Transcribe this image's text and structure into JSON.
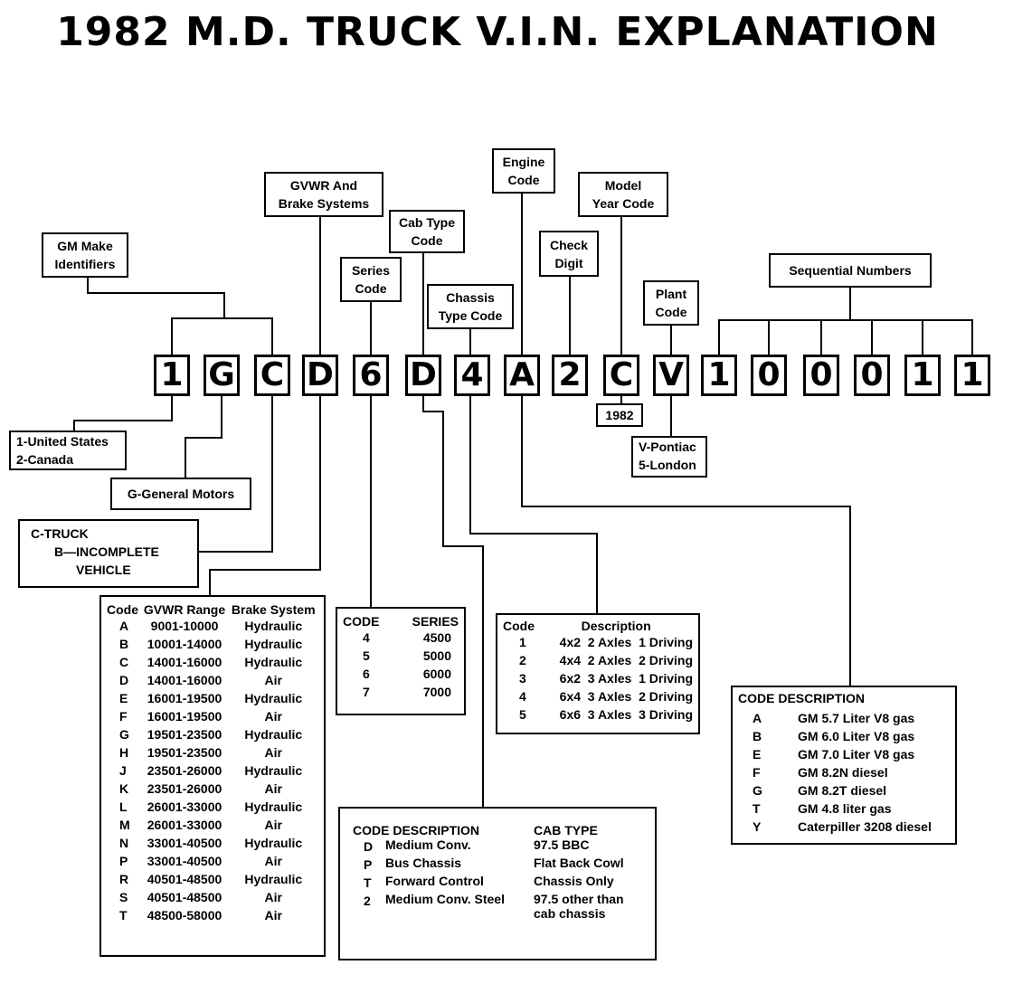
{
  "title": "1982 M.D. TRUCK V.I.N. EXPLANATION",
  "vin": [
    "1",
    "G",
    "C",
    "D",
    "6",
    "D",
    "4",
    "A",
    "2",
    "C",
    "V",
    "1",
    "0",
    "0",
    "0",
    "1"
  ],
  "labels": {
    "gm_make": [
      "GM Make",
      "Identifiers"
    ],
    "gvwr_brake": [
      "GVWR And",
      "Brake Systems"
    ],
    "cab_type": [
      "Cab Type",
      "Code"
    ],
    "series": [
      "Series",
      "Code"
    ],
    "chassis_type": [
      "Chassis",
      "Type Code"
    ],
    "engine": [
      "Engine",
      "Code"
    ],
    "check_digit": [
      "Check",
      "Digit"
    ],
    "model_year": [
      "Model",
      "Year Code"
    ],
    "plant": [
      "Plant",
      "Code"
    ],
    "sequential": [
      "Sequential Numbers"
    ]
  },
  "decodes": {
    "country": [
      "1-United States",
      "2-Canada"
    ],
    "make": "G-General Motors",
    "truck": [
      "C-TRUCK",
      "B—INCOMPLETE",
      "VEHICLE"
    ],
    "year": "1982",
    "plant": [
      "V-Pontiac",
      "5-London"
    ]
  },
  "gvwr_table": {
    "headers": [
      "Code",
      "GVWR Range",
      "Brake System"
    ],
    "rows": [
      [
        "A",
        "9001-10000",
        "Hydraulic"
      ],
      [
        "B",
        "10001-14000",
        "Hydraulic"
      ],
      [
        "C",
        "14001-16000",
        "Hydraulic"
      ],
      [
        "D",
        "14001-16000",
        "Air"
      ],
      [
        "E",
        "16001-19500",
        "Hydraulic"
      ],
      [
        "F",
        "16001-19500",
        "Air"
      ],
      [
        "G",
        "19501-23500",
        "Hydraulic"
      ],
      [
        "H",
        "19501-23500",
        "Air"
      ],
      [
        "J",
        "23501-26000",
        "Hydraulic"
      ],
      [
        "K",
        "23501-26000",
        "Air"
      ],
      [
        "L",
        "26001-33000",
        "Hydraulic"
      ],
      [
        "M",
        "26001-33000",
        "Air"
      ],
      [
        "N",
        "33001-40500",
        "Hydraulic"
      ],
      [
        "P",
        "33001-40500",
        "Air"
      ],
      [
        "R",
        "40501-48500",
        "Hydraulic"
      ],
      [
        "S",
        "40501-48500",
        "Air"
      ],
      [
        "T",
        "48500-58000",
        "Air"
      ]
    ]
  },
  "series_table": {
    "headers": [
      "CODE",
      "SERIES"
    ],
    "rows": [
      [
        "4",
        "4500"
      ],
      [
        "5",
        "5000"
      ],
      [
        "6",
        "6000"
      ],
      [
        "7",
        "7000"
      ]
    ]
  },
  "chassis_table": {
    "headers": [
      "Code",
      "Description"
    ],
    "rows": [
      [
        "1",
        "4x2  2 Axles  1 Driving"
      ],
      [
        "2",
        "4x4  2 Axles  2 Driving"
      ],
      [
        "3",
        "6x2  3 Axles  1 Driving"
      ],
      [
        "4",
        "6x4  3 Axles  2 Driving"
      ],
      [
        "5",
        "6x6  3 Axles  3 Driving"
      ]
    ]
  },
  "engine_table": {
    "header": "CODE DESCRIPTION",
    "rows": [
      [
        "A",
        "GM 5.7 Liter V8 gas"
      ],
      [
        "B",
        "GM 6.0 Liter V8 gas"
      ],
      [
        "E",
        "GM 7.0 Liter V8 gas"
      ],
      [
        "F",
        "GM 8.2N diesel"
      ],
      [
        "G",
        "GM 8.2T diesel"
      ],
      [
        "T",
        "GM 4.8 liter gas"
      ],
      [
        "Y",
        "Caterpiller 3208 diesel"
      ]
    ]
  },
  "cab_table": {
    "headers": [
      "CODE DESCRIPTION",
      "CAB TYPE"
    ],
    "rows": [
      [
        "D",
        "Medium Conv.",
        "97.5 BBC"
      ],
      [
        "P",
        "Bus Chassis",
        "Flat Back Cowl"
      ],
      [
        "T",
        "Forward Control",
        "Chassis Only"
      ],
      [
        "2",
        "Medium Conv. Steel",
        "97.5 other than cab chassis"
      ]
    ]
  }
}
